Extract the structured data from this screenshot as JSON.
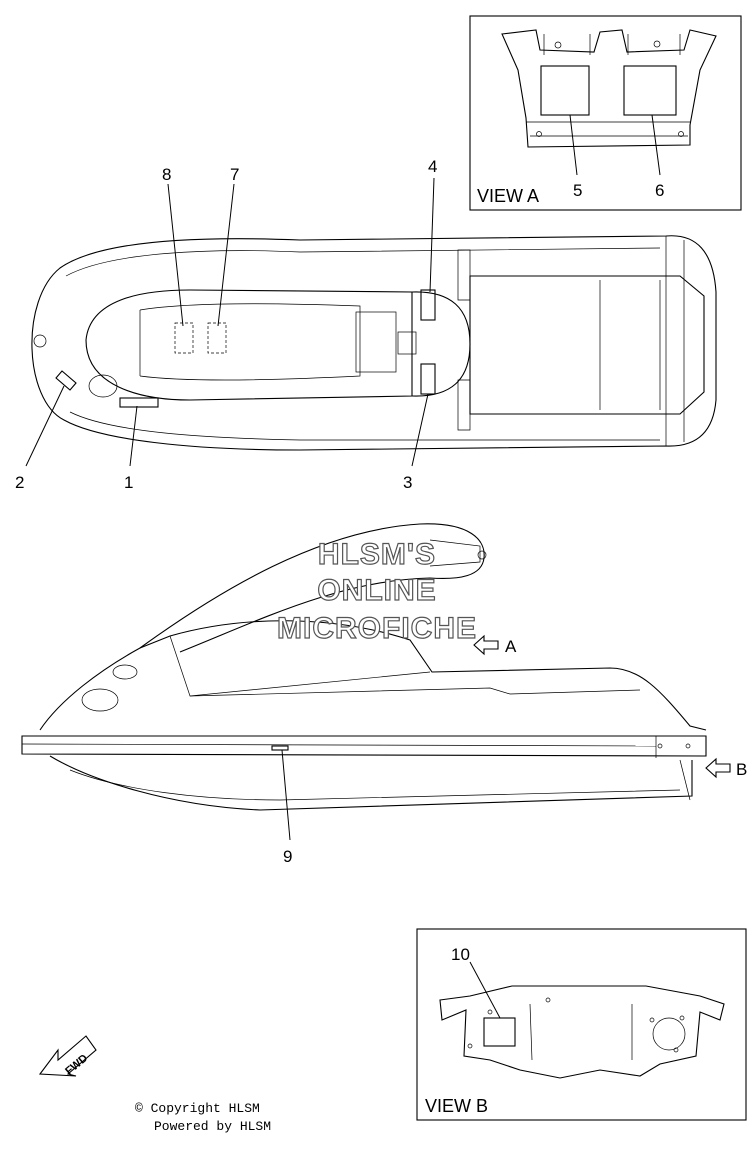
{
  "callouts": {
    "c1": "1",
    "c2": "2",
    "c3": "3",
    "c4": "4",
    "c5": "5",
    "c6": "6",
    "c7": "7",
    "c8": "8",
    "c9": "9",
    "c10": "10"
  },
  "views": {
    "view_a_label": "VIEW A",
    "view_b_label": "VIEW B",
    "arrow_a_label": "A",
    "arrow_b_label": "B"
  },
  "watermark": {
    "line1": "HLSM'S",
    "line2": "ONLINE",
    "line3": "MICROFICHE"
  },
  "fwd_label": "FWD",
  "footer": {
    "copyright": "© Copyright HLSM",
    "powered": "Powered by HLSM"
  }
}
